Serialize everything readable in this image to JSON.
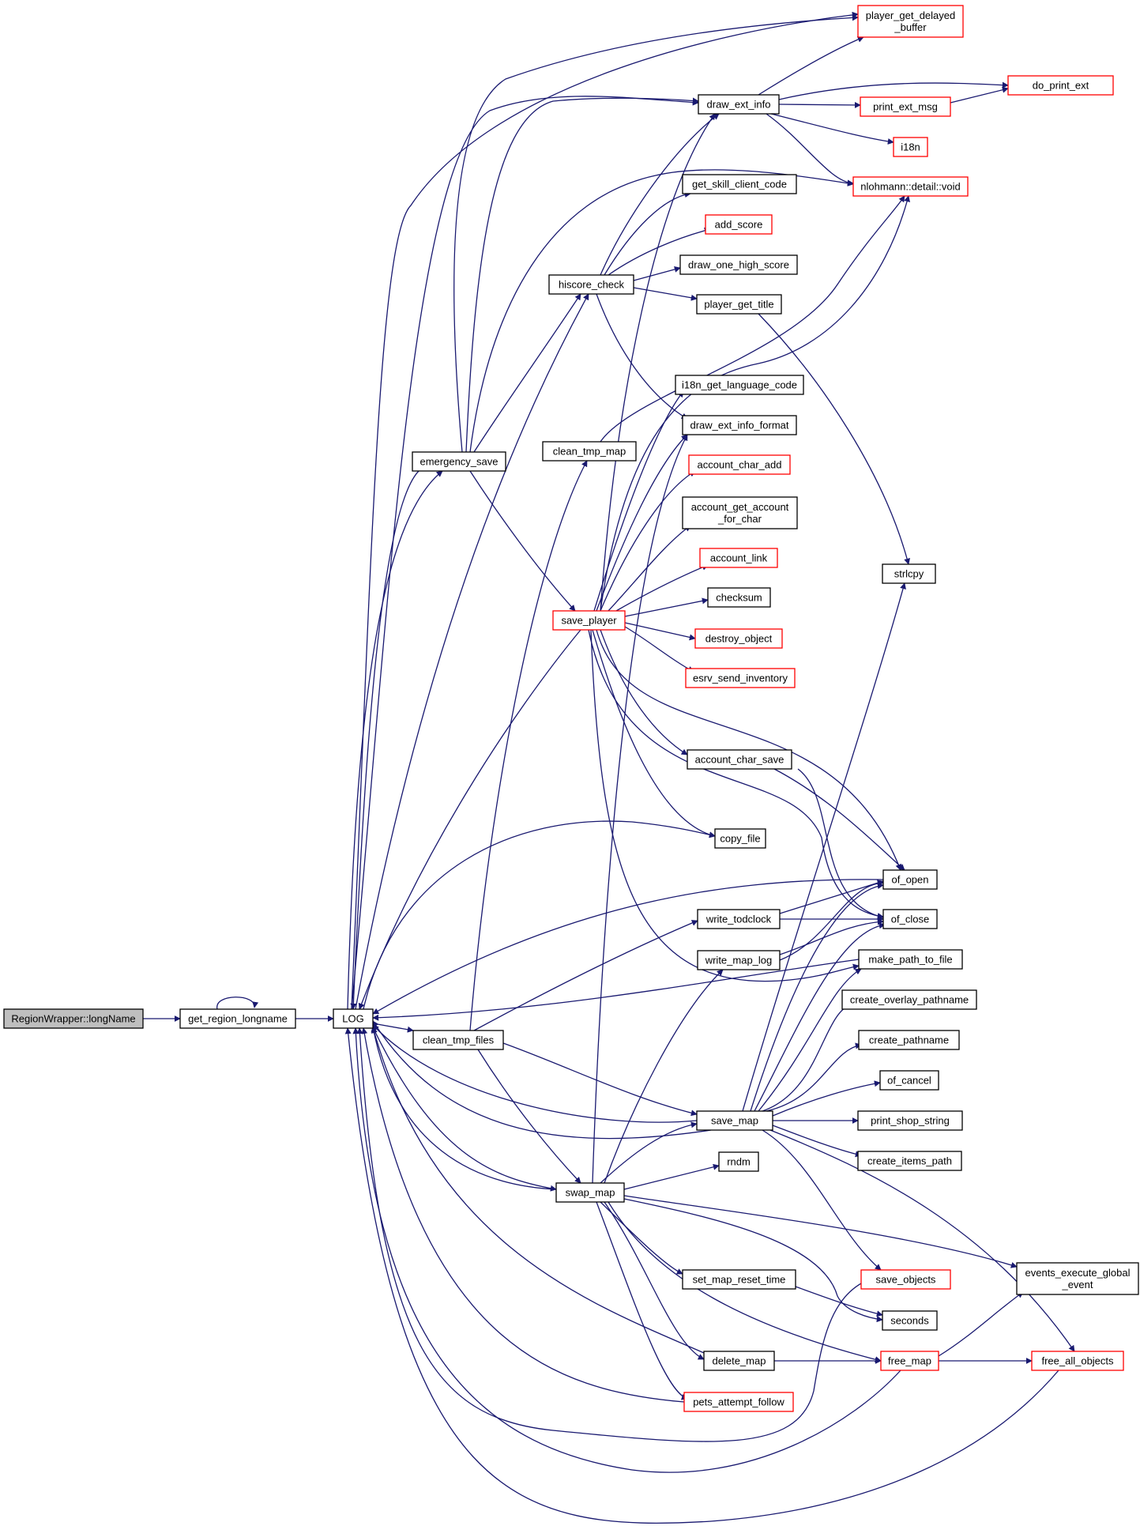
{
  "colors": {
    "edge": "#191970",
    "border_default": "#000000",
    "border_truncated": "#ff0000",
    "root_fill": "#bfbfbf",
    "background": "#ffffff"
  },
  "nodes": [
    {
      "id": "region_longname",
      "label": [
        "RegionWrapper::longName"
      ],
      "root": true
    },
    {
      "id": "get_region_longname",
      "label": [
        "get_region_longname"
      ]
    },
    {
      "id": "log",
      "label": [
        "LOG"
      ]
    },
    {
      "id": "emergency_save",
      "label": [
        "emergency_save"
      ]
    },
    {
      "id": "hiscore_check",
      "label": [
        "hiscore_check"
      ]
    },
    {
      "id": "clean_tmp_map",
      "label": [
        "clean_tmp_map"
      ]
    },
    {
      "id": "save_player",
      "label": [
        "save_player"
      ],
      "truncated": true
    },
    {
      "id": "clean_tmp_files",
      "label": [
        "clean_tmp_files"
      ]
    },
    {
      "id": "swap_map",
      "label": [
        "swap_map"
      ]
    },
    {
      "id": "player_get_delayed_buffer",
      "label": [
        "player_get_delayed",
        "_buffer"
      ],
      "truncated": true
    },
    {
      "id": "draw_ext_info",
      "label": [
        "draw_ext_info"
      ]
    },
    {
      "id": "do_print_ext",
      "label": [
        "do_print_ext"
      ],
      "truncated": true
    },
    {
      "id": "print_ext_msg",
      "label": [
        "print_ext_msg"
      ],
      "truncated": true
    },
    {
      "id": "i18n",
      "label": [
        "i18n"
      ],
      "truncated": true
    },
    {
      "id": "nlohmann_void",
      "label": [
        "nlohmann::detail::void"
      ],
      "truncated": true
    },
    {
      "id": "get_skill_client_code",
      "label": [
        "get_skill_client_code"
      ]
    },
    {
      "id": "add_score",
      "label": [
        "add_score"
      ],
      "truncated": true
    },
    {
      "id": "draw_one_high_score",
      "label": [
        "draw_one_high_score"
      ]
    },
    {
      "id": "player_get_title",
      "label": [
        "player_get_title"
      ]
    },
    {
      "id": "i18n_get_language_code",
      "label": [
        "i18n_get_language_code"
      ]
    },
    {
      "id": "draw_ext_info_format",
      "label": [
        "draw_ext_info_format"
      ]
    },
    {
      "id": "account_char_add",
      "label": [
        "account_char_add"
      ],
      "truncated": true
    },
    {
      "id": "account_get_account_for_char",
      "label": [
        "account_get_account",
        "_for_char"
      ]
    },
    {
      "id": "account_link",
      "label": [
        "account_link"
      ],
      "truncated": true
    },
    {
      "id": "checksum",
      "label": [
        "checksum"
      ]
    },
    {
      "id": "destroy_object",
      "label": [
        "destroy_object"
      ],
      "truncated": true
    },
    {
      "id": "esrv_send_inventory",
      "label": [
        "esrv_send_inventory"
      ],
      "truncated": true
    },
    {
      "id": "strlcpy",
      "label": [
        "strlcpy"
      ]
    },
    {
      "id": "account_char_save",
      "label": [
        "account_char_save"
      ]
    },
    {
      "id": "copy_file",
      "label": [
        "copy_file"
      ]
    },
    {
      "id": "of_open",
      "label": [
        "of_open"
      ]
    },
    {
      "id": "of_close",
      "label": [
        "of_close"
      ]
    },
    {
      "id": "write_todclock",
      "label": [
        "write_todclock"
      ]
    },
    {
      "id": "write_map_log",
      "label": [
        "write_map_log"
      ]
    },
    {
      "id": "make_path_to_file",
      "label": [
        "make_path_to_file"
      ]
    },
    {
      "id": "create_overlay_pathname",
      "label": [
        "create_overlay_pathname"
      ]
    },
    {
      "id": "create_pathname",
      "label": [
        "create_pathname"
      ]
    },
    {
      "id": "of_cancel",
      "label": [
        "of_cancel"
      ]
    },
    {
      "id": "save_map",
      "label": [
        "save_map"
      ]
    },
    {
      "id": "print_shop_string",
      "label": [
        "print_shop_string"
      ]
    },
    {
      "id": "create_items_path",
      "label": [
        "create_items_path"
      ]
    },
    {
      "id": "rndm",
      "label": [
        "rndm"
      ]
    },
    {
      "id": "events_execute_global_event",
      "label": [
        "events_execute_global",
        "_event"
      ]
    },
    {
      "id": "set_map_reset_time",
      "label": [
        "set_map_reset_time"
      ]
    },
    {
      "id": "save_objects",
      "label": [
        "save_objects"
      ],
      "truncated": true
    },
    {
      "id": "seconds",
      "label": [
        "seconds"
      ]
    },
    {
      "id": "delete_map",
      "label": [
        "delete_map"
      ]
    },
    {
      "id": "free_map",
      "label": [
        "free_map"
      ],
      "truncated": true
    },
    {
      "id": "free_all_objects",
      "label": [
        "free_all_objects"
      ],
      "truncated": true
    },
    {
      "id": "pets_attempt_follow",
      "label": [
        "pets_attempt_follow"
      ],
      "truncated": true
    }
  ]
}
